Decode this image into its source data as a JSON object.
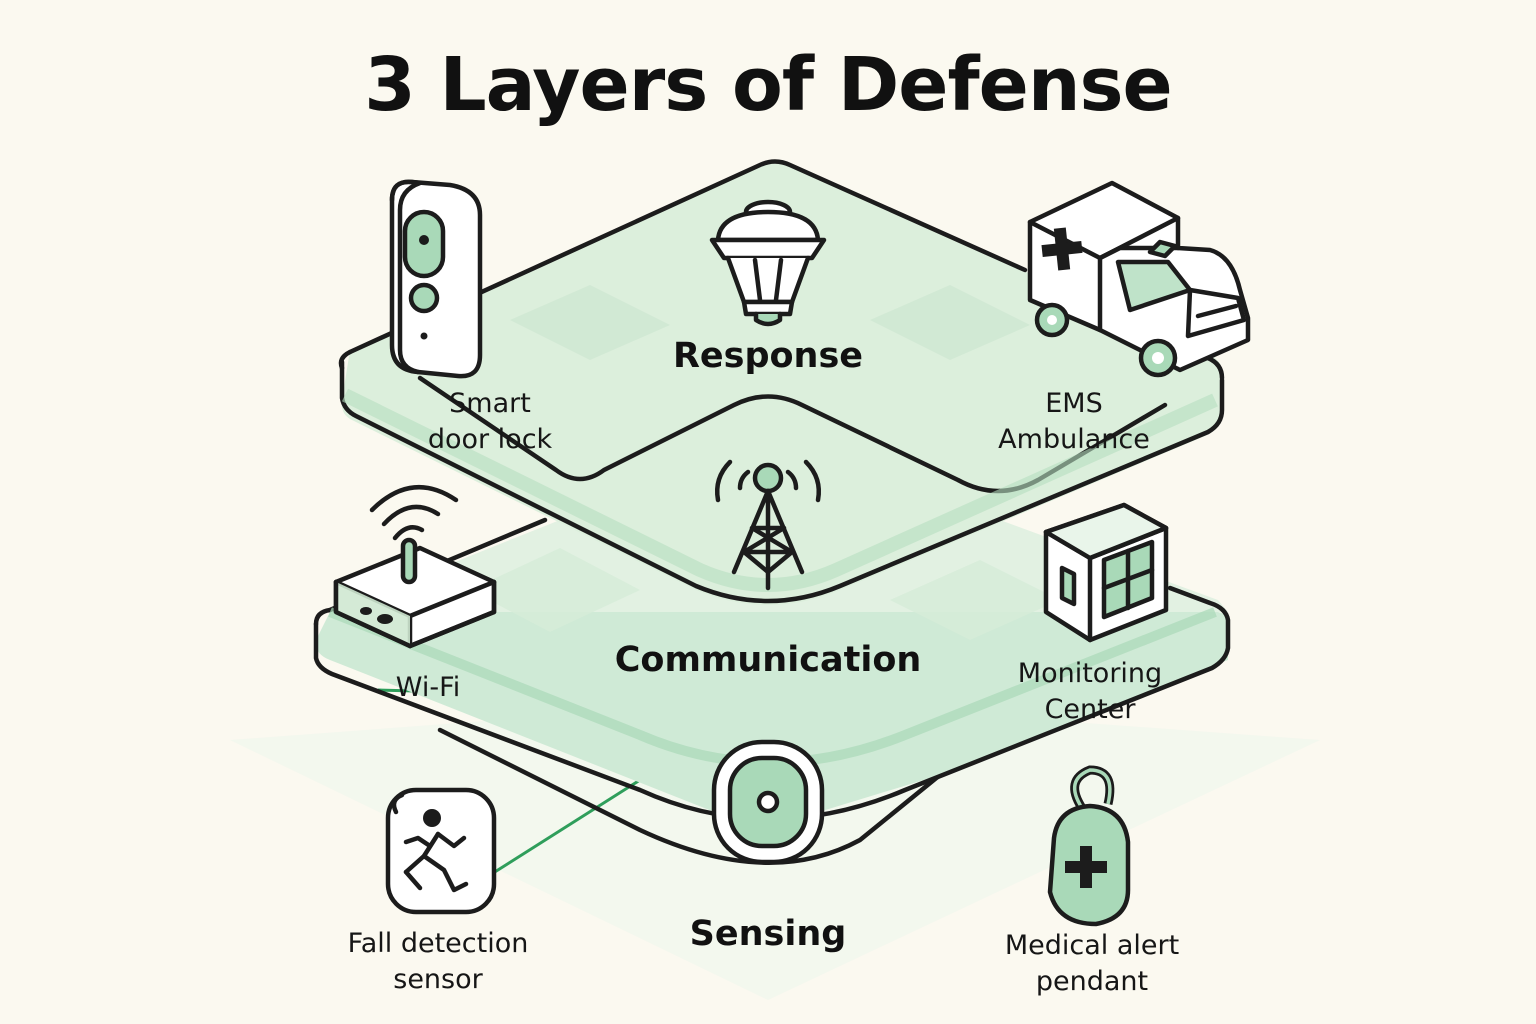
{
  "title": "3 Layers of Defense",
  "colors": {
    "background": "#fbf9f0",
    "mint_light": "#dff0e0",
    "mint": "#bfe3c9",
    "mint_dark": "#a9d9b8",
    "ink": "#1c1c1c",
    "accent_line": "#2f9e5b"
  },
  "layers": {
    "response": {
      "label": "Response",
      "devices": [
        {
          "label": "Smart door lock",
          "icon": "smart-door-lock-icon"
        },
        {
          "label": "EMS Ambulance",
          "icon": "ambulance-icon"
        }
      ],
      "center_icon": "siren-light-icon"
    },
    "communication": {
      "label": "Communication",
      "devices": [
        {
          "label": "Wi-Fi",
          "icon": "wifi-router-icon"
        },
        {
          "label": "Monitoring Center",
          "icon": "monitoring-center-icon"
        }
      ],
      "center_icon": "radio-tower-icon"
    },
    "sensing": {
      "label": "Sensing",
      "devices": [
        {
          "label": "Fall detection sensor",
          "icon": "fall-detection-icon"
        },
        {
          "label": "Medical alert pendant",
          "icon": "medical-pendant-icon"
        }
      ],
      "center_icon": "motion-sensor-icon"
    }
  },
  "labels": {
    "smart_door_lock": [
      "Smart",
      "door lock"
    ],
    "ems_ambulance": [
      "EMS",
      "Ambulance"
    ],
    "wifi": [
      "Wi-Fi"
    ],
    "monitoring_center": [
      "Monitoring",
      "Center"
    ],
    "fall_detection": [
      "Fall detection",
      "sensor"
    ],
    "medical_pendant": [
      "Medical alert",
      "pendant"
    ]
  }
}
